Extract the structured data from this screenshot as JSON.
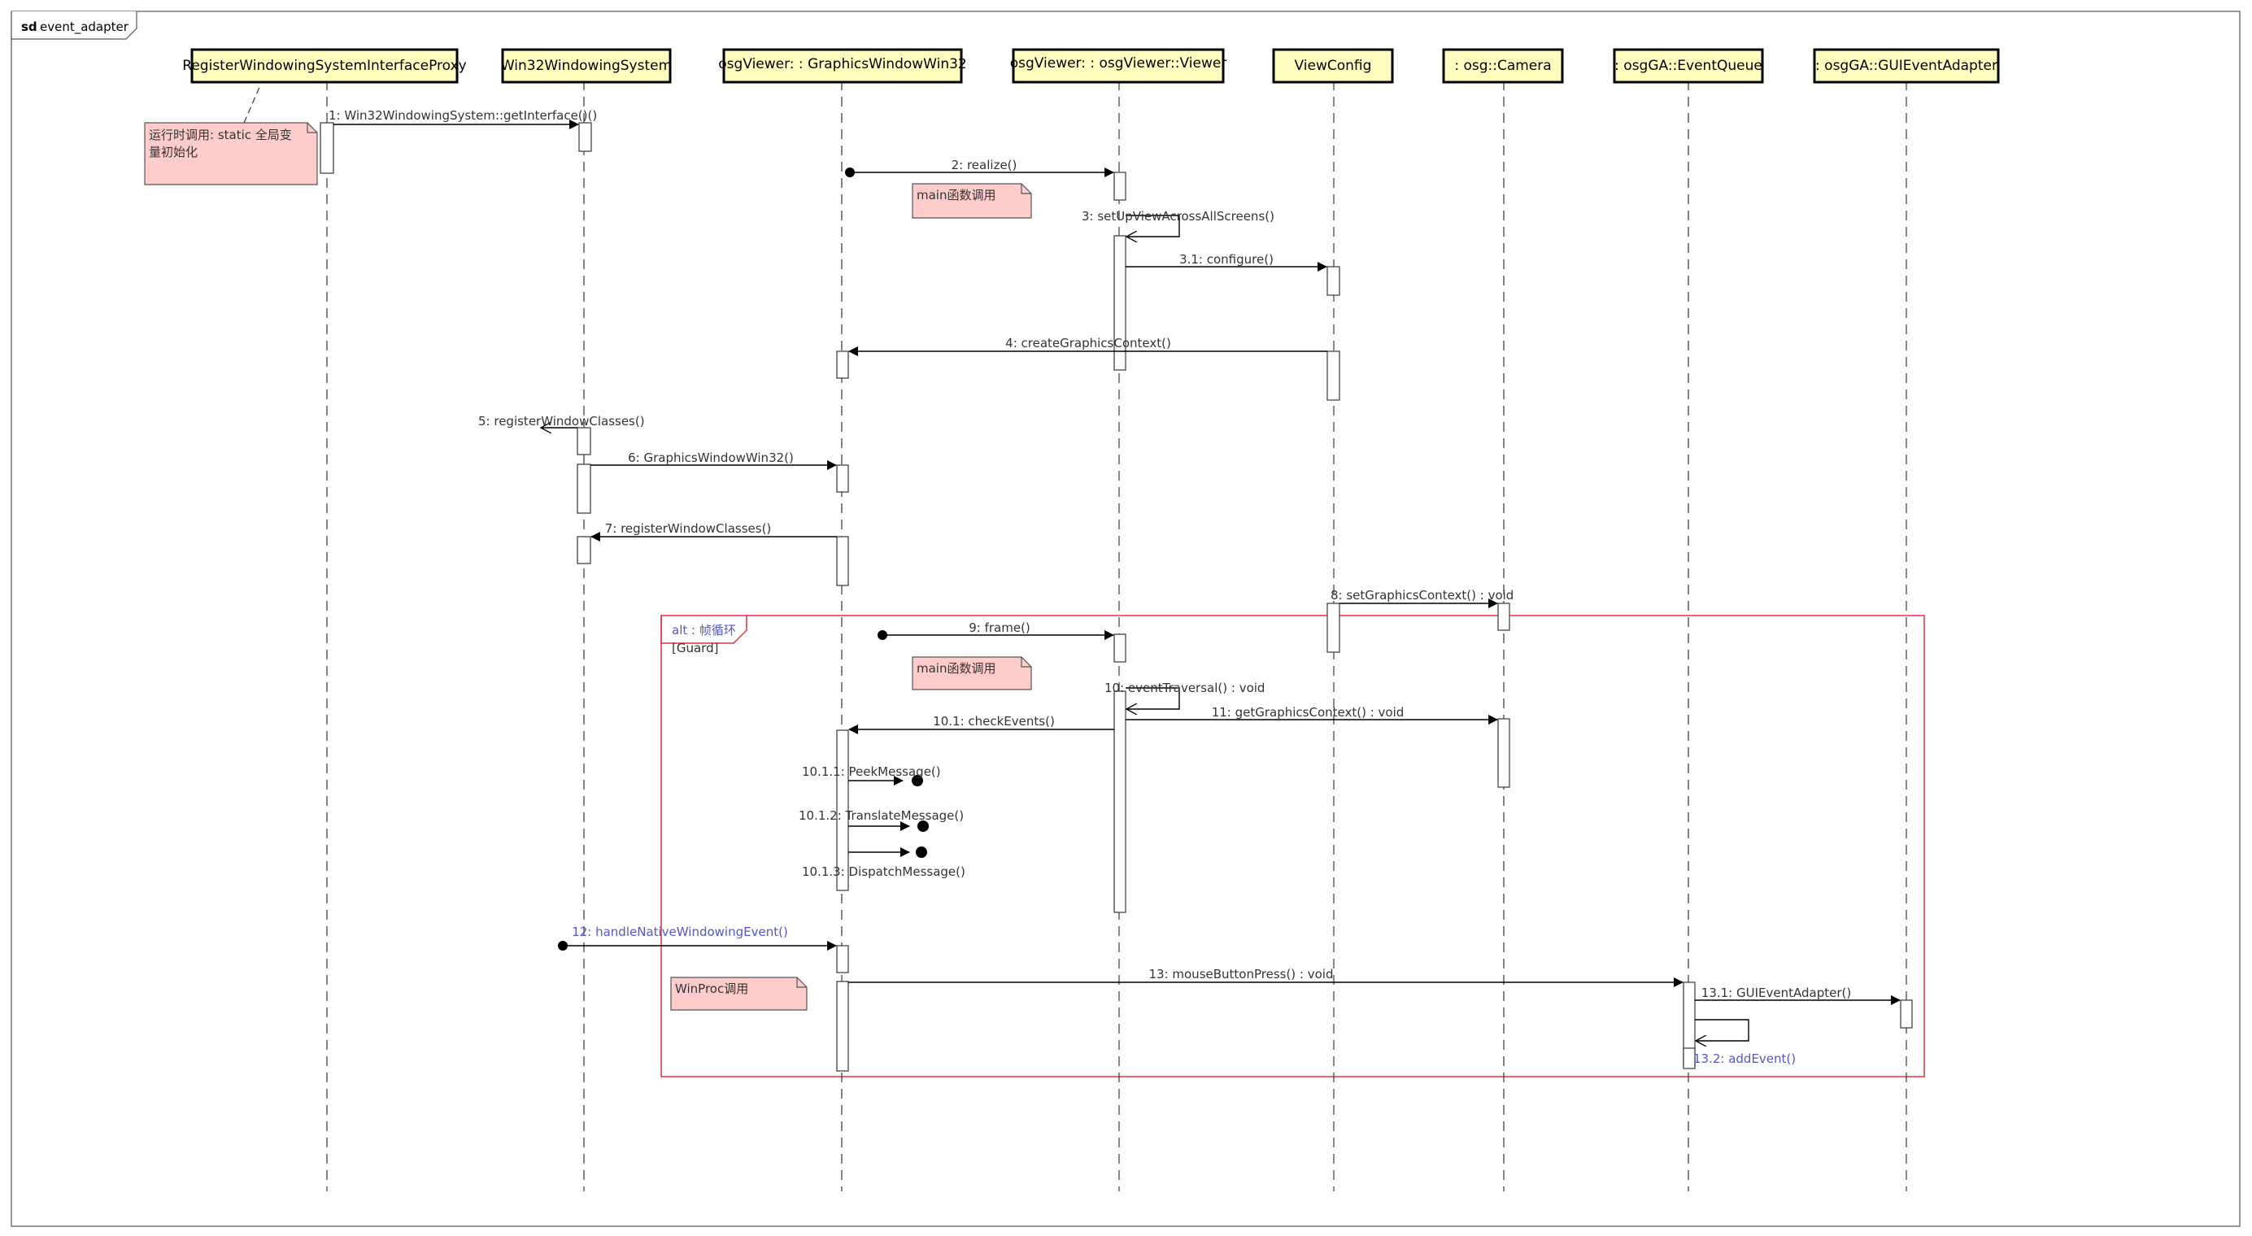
{
  "diagram": {
    "frame_keyword": "sd",
    "frame_name": "event_adapter",
    "lifelines": [
      {
        "id": "proxy",
        "label": "RegisterWindowingSystemInterfaceProxy"
      },
      {
        "id": "win32",
        "label": "Win32WindowingSystem"
      },
      {
        "id": "gw",
        "label": "osgViewer: : GraphicsWindowWin32"
      },
      {
        "id": "viewer",
        "label": "osgViewer: : osgViewer::Viewer"
      },
      {
        "id": "vc",
        "label": "ViewConfig"
      },
      {
        "id": "cam",
        "label": ": osg::Camera"
      },
      {
        "id": "eq",
        "label": ": osgGA::EventQueue"
      },
      {
        "id": "gea",
        "label": ": osgGA::GUIEventAdapter"
      }
    ],
    "messages": {
      "m1": "1: Win32WindowingSystem::getInterface()()",
      "m2": "2: realize()",
      "m3": "3: setUpViewAcrossAllScreens()",
      "m31": "3.1: configure()",
      "m4": "4: createGraphicsContext()",
      "m5": "5: registerWindowClasses()",
      "m6": "6: GraphicsWindowWin32()",
      "m7": "7: registerWindowClasses()",
      "m8": "8: setGraphicsContext() : void",
      "m9": "9: frame()",
      "m10": "10: eventTraversal() : void",
      "m11": "11: getGraphicsContext() : void",
      "m101": "10.1: checkEvents()",
      "m1011": "10.1.1: PeekMessage()",
      "m1012": "10.1.2: TranslateMessage()",
      "m1013": "10.1.3: DispatchMessage()",
      "m12": "12: handleNativeWindowingEvent()",
      "m13": "13: mouseButtonPress() : void",
      "m131": "13.1: GUIEventAdapter()",
      "m132": "13.2: addEvent()"
    },
    "notes": {
      "static_init_line1": "运行时调用: static 全局变",
      "static_init_line2": "量初始化",
      "main_call_1": "main函数调用",
      "main_call_2": "main函数调用",
      "winproc": "WinProc调用"
    },
    "alt_fragment": {
      "label": "alt : 帧循环",
      "guard": "[Guard]"
    },
    "colors": {
      "lifeline_head_fill": "#ffffc0",
      "note_fill": "#ffcccc",
      "fragment_border": "#dd3344",
      "blue_text": "#5555cc"
    }
  }
}
